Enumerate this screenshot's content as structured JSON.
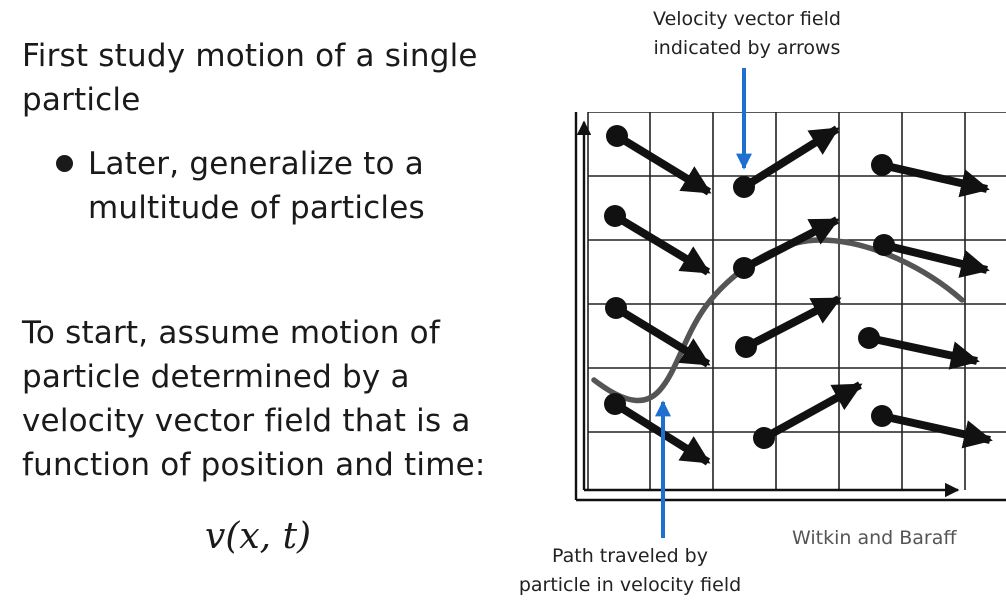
{
  "slide": {
    "paragraph1": [
      "First study motion of a single",
      "particle"
    ],
    "bullet": [
      "Later, generalize to a",
      "multitude of particles"
    ],
    "paragraph2": [
      "To start, assume motion of",
      "particle determined by a",
      "velocity vector field that is a",
      "function of position and time:"
    ],
    "formula": "v(x, t)"
  },
  "diagram": {
    "caption_top": [
      "Velocity vector field",
      "indicated by arrows"
    ],
    "caption_bottom": [
      "Path traveled by",
      "particle in velocity field"
    ],
    "credit": "Witkin and Baraff",
    "colors": {
      "annotation_arrow": "#1f6fd1",
      "vector": "#111111",
      "path": "#555555",
      "grid": "#222222"
    }
  }
}
